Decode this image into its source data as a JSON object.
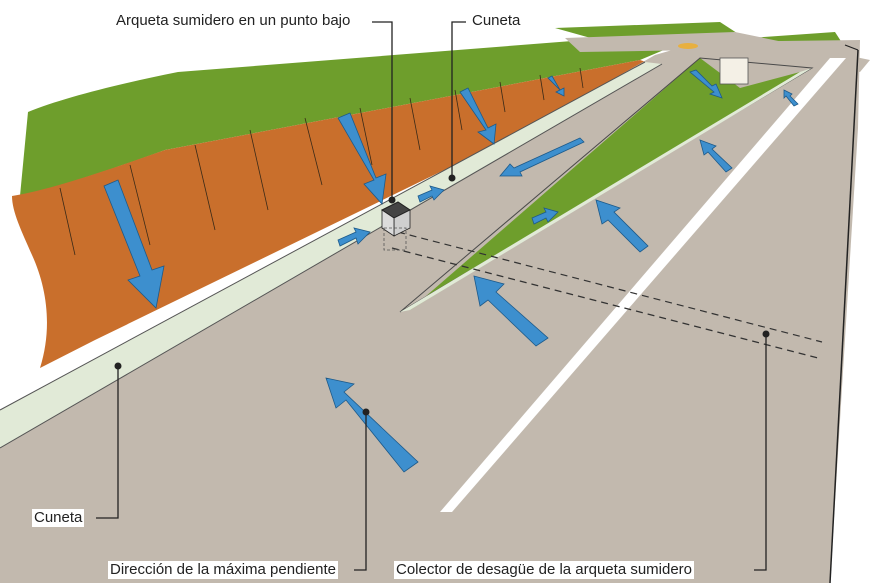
{
  "labels": {
    "arqueta": "Arqueta sumidero en un punto bajo",
    "cuneta_top": "Cuneta",
    "cuneta_bottom": "Cuneta",
    "direccion": "Dirección de la máxima pendiente",
    "colector": "Colector de desagüe de la arqueta sumidero"
  },
  "colors": {
    "slope_orange": "#c96f2c",
    "grass_green": "#6e9e2c",
    "road_gray": "#c2b9ae",
    "ditch_light": "#e1ead7",
    "arrow_blue": "#3d8fce",
    "leader_line": "#222222"
  }
}
